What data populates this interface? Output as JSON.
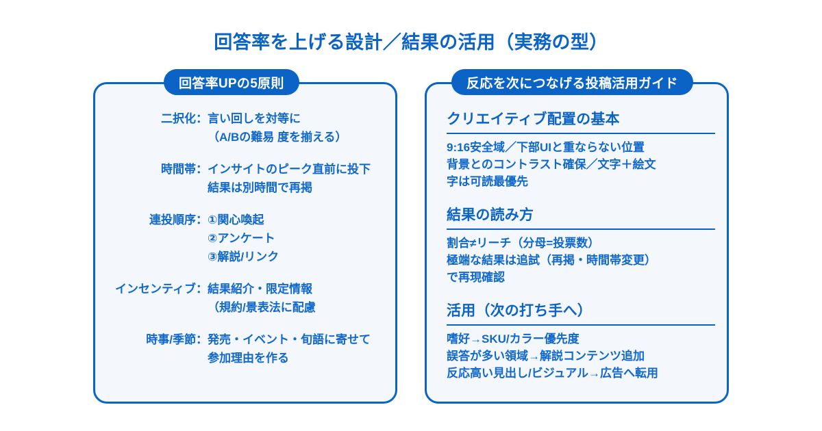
{
  "title": "回答率を上げる設計／結果の活用（実務の型）",
  "colors": {
    "accent": "#0b63c5",
    "text_blue": "#1168cc",
    "panel_bg": "#f4f7fc",
    "page_bg": "#ffffff",
    "badge_text": "#ffffff"
  },
  "left_panel": {
    "badge": "回答率UPの5原則",
    "rows": [
      {
        "label": "二択化",
        "colon": "：",
        "line1": "言い回しを対等に",
        "line2": "（A/Bの難易 度を揃える）"
      },
      {
        "label": "時間帯",
        "colon": "：",
        "line1": "インサイトのピーク直前に投下",
        "line2": "結果は別時間で再掲"
      },
      {
        "label": "連投順序",
        "colon": "：",
        "line1": "①関心喚起",
        "line2": "②アンケート",
        "line3": "③解説/リンク"
      },
      {
        "label": "インセンティブ",
        "colon": "：",
        "line1": "結果紹介・限定情報",
        "line2": "（規約/景表法に配慮"
      },
      {
        "label": "時事/季節",
        "colon": "：",
        "line1": "発売・イベント・旬語に寄せて",
        "line2": "参加理由を作る"
      }
    ]
  },
  "right_panel": {
    "badge": "反応を次につなげる投稿活用ガイド",
    "sections": [
      {
        "heading": "クリエイティブ配置の基本",
        "lines": [
          "9:16安全域／下部UIと重ならない位置",
          "背景とのコントラスト確保／文字＋絵文",
          "字は可読最優先"
        ]
      },
      {
        "heading": "結果の読み方",
        "lines": [
          "割合≠リーチ（分母=投票数）",
          "極端な結果は追試（再掲・時間帯変更）",
          "で再現確認"
        ]
      },
      {
        "heading": "活用（次の打ち手へ）",
        "lines": [
          "嗜好→SKU/カラー優先度",
          "誤答が多い領域→解説コンテンツ追加",
          "反応高い見出し/ビジュアル→広告へ転用"
        ]
      }
    ]
  }
}
